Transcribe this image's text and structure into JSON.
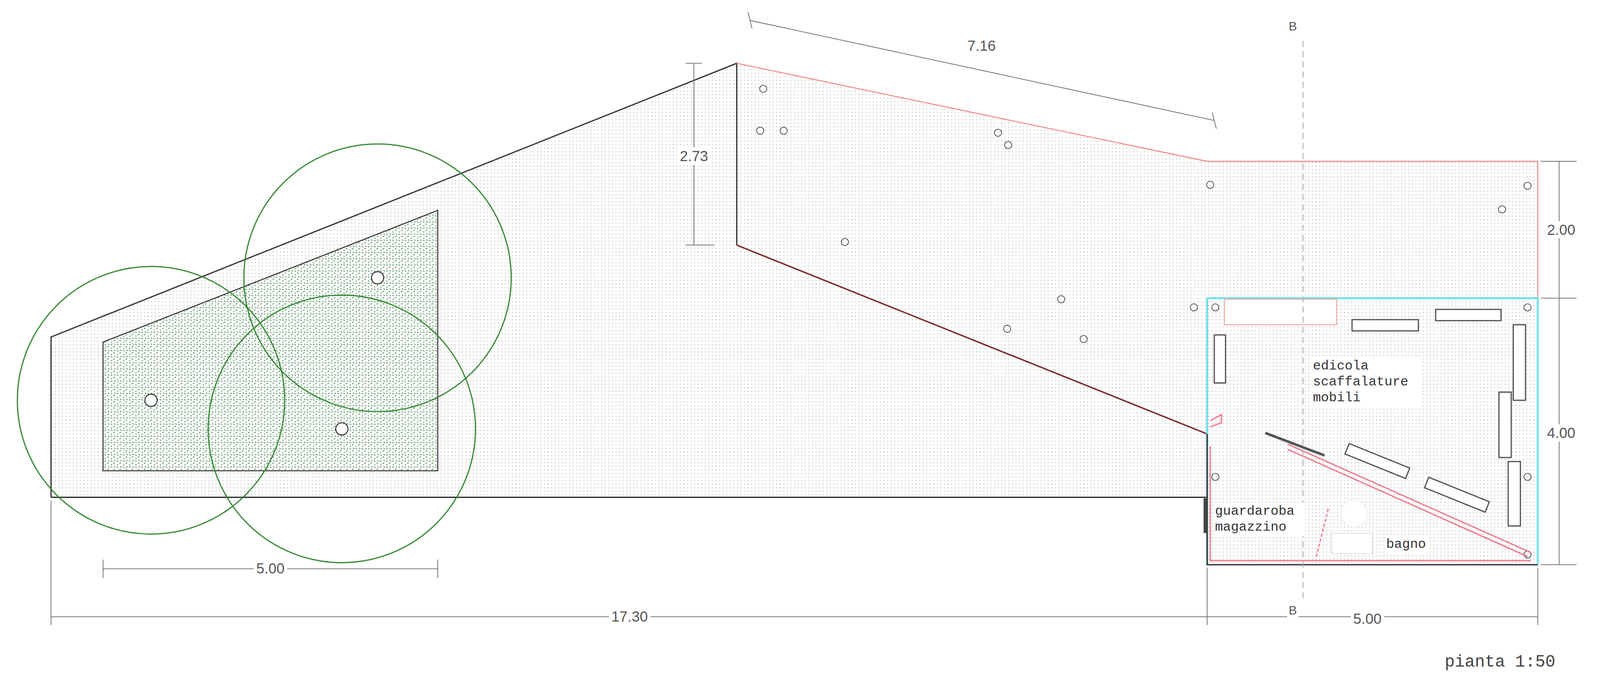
{
  "diagram": {
    "labels": [
      "7.16",
      "2.73",
      "2.00",
      "4.00",
      "5.00",
      "17.30",
      "5.00",
      "B",
      "B",
      "edicola scaffalature mobili",
      "guardaroba magazzino",
      "bagno",
      "pianta 1:50"
    ]
  }
}
